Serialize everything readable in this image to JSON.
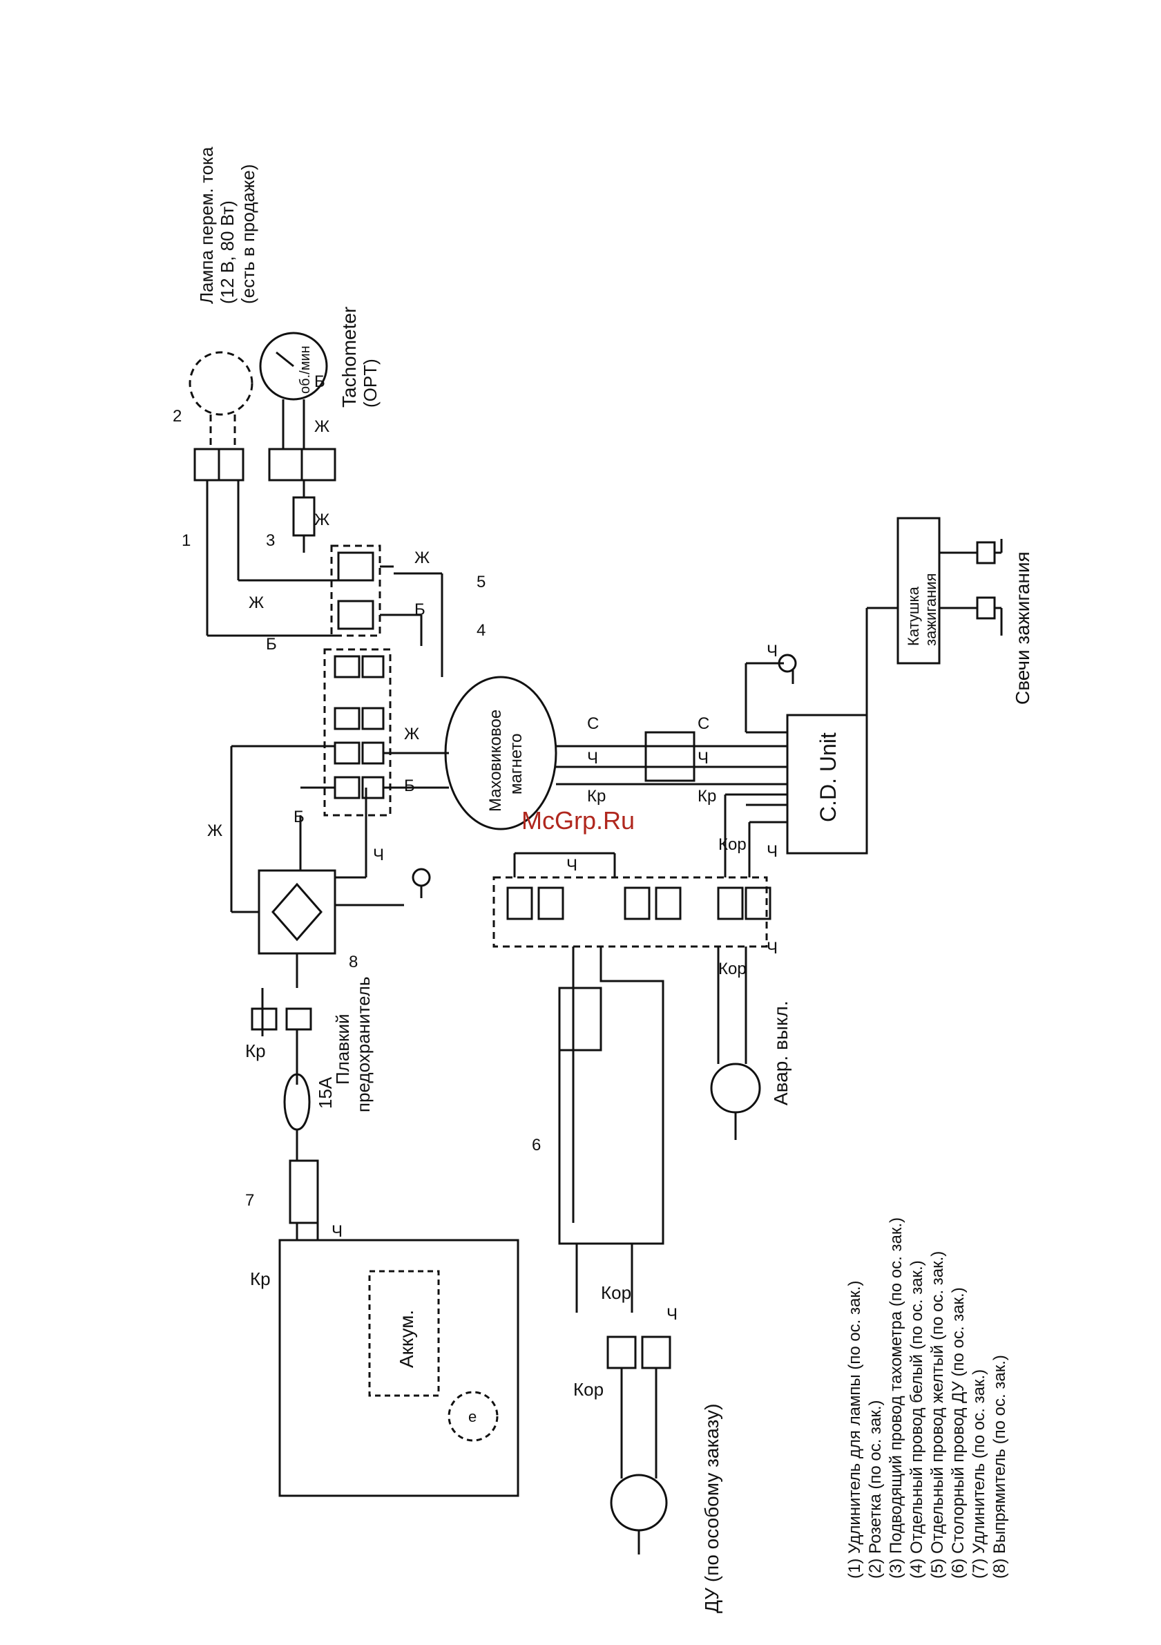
{
  "diagram": {
    "lamp_labels": [
      "Лампа перем. тока",
      "(12 В, 80 Вт)",
      "(есть в продаже)"
    ],
    "tachometer_labels": [
      "Tachometer",
      "(OPT)"
    ],
    "tacho_dial": "об./мин",
    "ignition_coil": [
      "Катушка",
      "зажигания"
    ],
    "spark_plugs": "Свечи зажигания",
    "cd_unit": "C.D. Unit",
    "magneto": [
      "Маховиковое",
      "магнето"
    ],
    "fuse_amp": "15A",
    "fuse_labels": [
      "Плавкий",
      "предохранитель"
    ],
    "battery": "Аккум.",
    "battery_mark": "e",
    "emergency_switch": "Авар. выкл.",
    "remote_control": "ДУ (по особому заказу)",
    "watermark": "McGrp.Ru",
    "callouts": {
      "n1": "1",
      "n2": "2",
      "n3": "3",
      "n4": "4",
      "n5": "5",
      "n6": "6",
      "n7": "7",
      "n8": "8"
    },
    "wires": {
      "zh": "Ж",
      "b": "Б",
      "kr": "Кр",
      "ch": "Ч",
      "kor": "Кор",
      "s": "С",
      "kp": "Кр"
    },
    "legend": [
      "(1) Удлинитель для лампы (по ос. зак.)",
      "(2) Розетка (по ос. зак.)",
      "(3) Подводящий провод тахометра (по ос. зак.)",
      "(4) Отдельный провод белый (по ос. зак.)",
      "(5) Отдельный провод желтый (по ос. зак.)",
      "(6) Столорный провод ДУ (по ос. зак.)",
      "(7) Удлинитель (по ос. зак.)",
      "(8) Выпрямитель (по ос. зак.)"
    ]
  }
}
